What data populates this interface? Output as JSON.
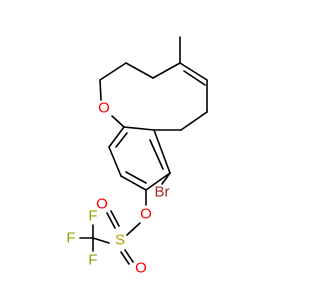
{
  "molecule": {
    "atoms": {
      "o_ring": {
        "symbol": "O",
        "color": "#ff0000"
      },
      "br": {
        "symbol": "Br",
        "color": "#a52a2a"
      },
      "o_ester": {
        "symbol": "O",
        "color": "#ff0000"
      },
      "s": {
        "symbol": "S",
        "color": "#b8a000"
      },
      "o_s_up": {
        "symbol": "O",
        "color": "#ff0000"
      },
      "o_s_down": {
        "symbol": "O",
        "color": "#ff0000"
      },
      "f_top": {
        "symbol": "F",
        "color": "#80a800"
      },
      "f_left": {
        "symbol": "F",
        "color": "#80a800"
      },
      "f_bottom": {
        "symbol": "F",
        "color": "#80a800"
      }
    },
    "bond_color": "#000000"
  }
}
